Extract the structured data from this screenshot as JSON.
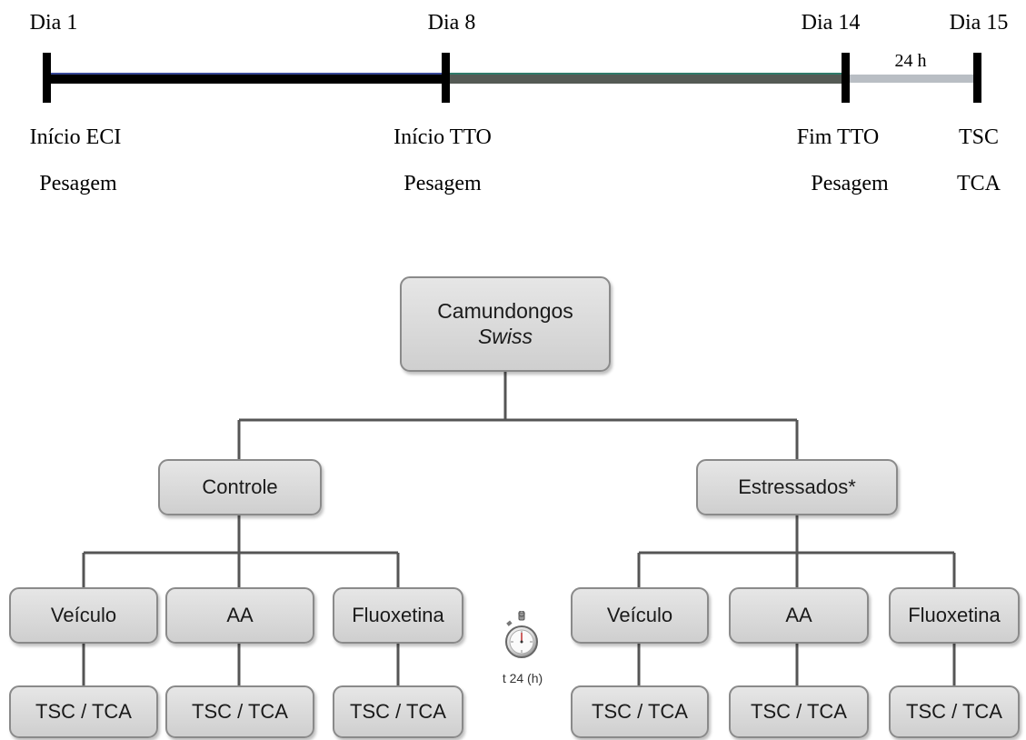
{
  "timeline": {
    "days": [
      "Dia 1",
      "Dia 8",
      "Dia 14",
      "Dia 15"
    ],
    "interval_label": "24 h",
    "events": [
      [
        "Início ECI",
        "Pesagem"
      ],
      [
        "Início TTO",
        "Pesagem"
      ],
      [
        "Fim TTO",
        "Pesagem"
      ],
      [
        "TSC",
        "TCA"
      ]
    ]
  },
  "tree": {
    "root_line1": "Camundongos",
    "root_line2": "Swiss",
    "groups": [
      "Controle",
      "Estressados*"
    ],
    "treatments": [
      "Veículo",
      "AA",
      "Fluoxetina",
      "Veículo",
      "AA",
      "Fluoxetina"
    ],
    "tests": [
      "TSC / TCA",
      "TSC / TCA",
      "TSC / TCA",
      "TSC / TCA",
      "TSC / TCA",
      "TSC / TCA"
    ],
    "timer_label": "t 24 (h)"
  }
}
